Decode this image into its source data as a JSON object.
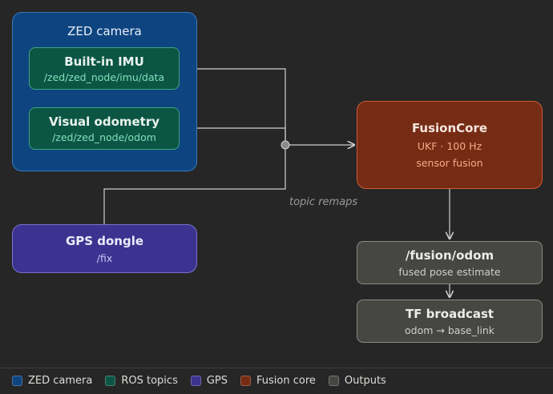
{
  "zed_group": {
    "title": "ZED camera"
  },
  "imu": {
    "title": "Built-in IMU",
    "topic": "/zed/zed_node/imu/data"
  },
  "vo": {
    "title": "Visual odometry",
    "topic": "/zed/zed_node/odom"
  },
  "gps": {
    "title": "GPS dongle",
    "topic": "/fix"
  },
  "fusion": {
    "title": "FusionCore",
    "line1": "UKF · 100 Hz",
    "line2": "sensor fusion"
  },
  "odom_out": {
    "title": "/fusion/odom",
    "sub": "fused pose estimate"
  },
  "tf_out": {
    "title": "TF broadcast",
    "sub": "odom → base_link"
  },
  "remap_label": "topic remaps",
  "legend": [
    {
      "label": "ZED camera",
      "color": "#0e4580"
    },
    {
      "label": "ROS topics",
      "color": "#0c5544"
    },
    {
      "label": "GPS",
      "color": "#3c3390"
    },
    {
      "label": "Fusion core",
      "color": "#762c14"
    },
    {
      "label": "Outputs",
      "color": "#464642"
    }
  ]
}
